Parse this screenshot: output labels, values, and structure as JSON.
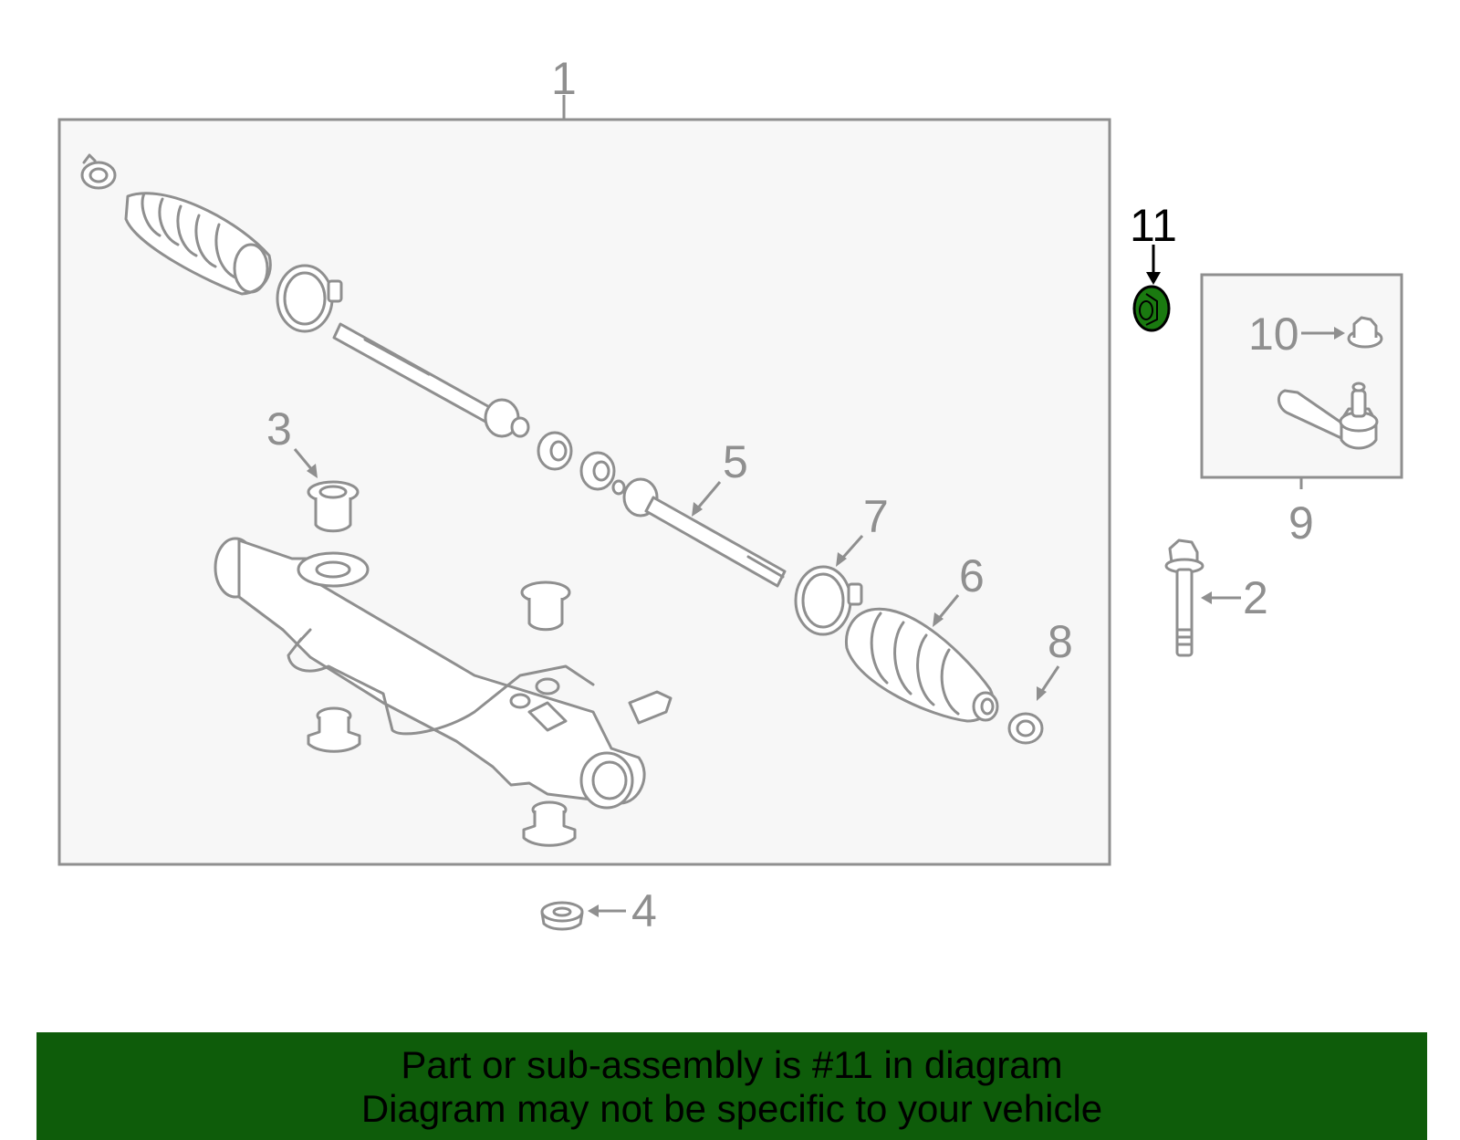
{
  "callouts": {
    "c1": "1",
    "c2": "2",
    "c3": "3",
    "c4": "4",
    "c5": "5",
    "c6": "6",
    "c7": "7",
    "c8": "8",
    "c9": "9",
    "c10": "10",
    "c11": "11"
  },
  "highlighted_part": "11",
  "colors": {
    "banner": "#0e5c0a",
    "highlight": "#1a7a10",
    "line": "#8f8f8f",
    "panel": "#f7f7f7"
  },
  "banner": {
    "line1": "Part or sub-assembly is #11 in diagram",
    "line2": "Diagram may not be specific to your vehicle"
  }
}
